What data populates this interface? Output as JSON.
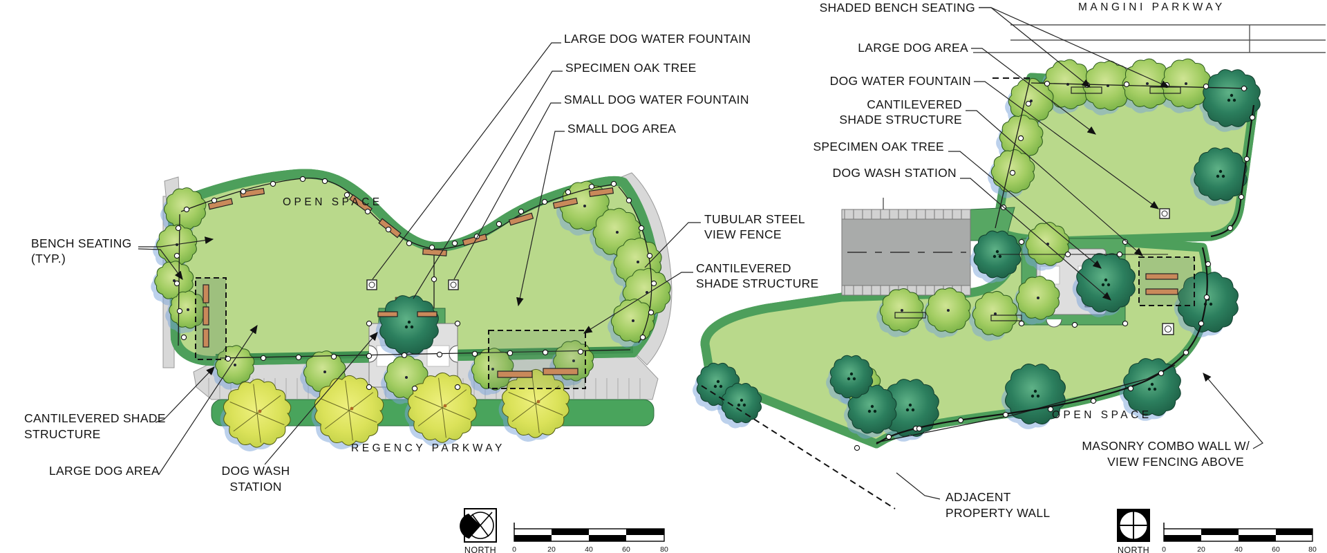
{
  "figure_title": "dog park conceptual site plans",
  "left_plan": {
    "open_space_label": "OPEN SPACE",
    "street_label": "REGENCY PARKWAY",
    "callouts": {
      "large_dog_water_fountain": "LARGE DOG WATER FOUNTAIN",
      "specimen_oak_tree": "SPECIMEN OAK TREE",
      "small_dog_water_fountain": "SMALL DOG WATER FOUNTAIN",
      "small_dog_area": "SMALL DOG AREA",
      "bench_seating_line1": "BENCH SEATING",
      "bench_seating_line2": "(TYP.)",
      "tubular_steel_view_fence_line1": "TUBULAR STEEL",
      "tubular_steel_view_fence_line2": "VIEW FENCE",
      "cantilevered_shade_right_line1": "CANTILEVERED",
      "cantilevered_shade_right_line2": "SHADE STRUCTURE",
      "cantilevered_shade_left_line1": "CANTILEVERED SHADE",
      "cantilevered_shade_left_line2": "STRUCTURE",
      "large_dog_area": "LARGE DOG AREA",
      "dog_wash_station_line1": "DOG WASH",
      "dog_wash_station_line2": "STATION"
    }
  },
  "right_plan": {
    "open_space_label": "OPEN SPACE",
    "street_label": "MANGINI PARKWAY",
    "callouts": {
      "shaded_bench_seating": "SHADED BENCH SEATING",
      "large_dog_area": "LARGE DOG AREA",
      "dog_water_fountain": "DOG WATER FOUNTAIN",
      "cantilevered_shade_line1": "CANTILEVERED",
      "cantilevered_shade_line2": "SHADE STRUCTURE",
      "specimen_oak_tree": "SPECIMEN OAK TREE",
      "dog_wash_station": "DOG WASH STATION",
      "masonry_wall_line1": "MASONRY COMBO WALL W/",
      "masonry_wall_line2": "VIEW FENCING ABOVE",
      "adjacent_property_wall_line1": "ADJACENT",
      "adjacent_property_wall_line2": "PROPERTY WALL"
    }
  },
  "scale_bars": {
    "north_label": "NORTH",
    "ticks": [
      "0",
      "20",
      "40",
      "60",
      "80"
    ]
  },
  "colors": {
    "lawn": "#b9d98b",
    "border_green": "#4d9f5b",
    "dark_outline_green": "#2d6b3d",
    "sidewalk_gray": "#d8d8d8",
    "road_gray": "#a9abaa",
    "bench_tan": "#c9895a",
    "tree_shadow_blue": "#7aa3d9"
  }
}
